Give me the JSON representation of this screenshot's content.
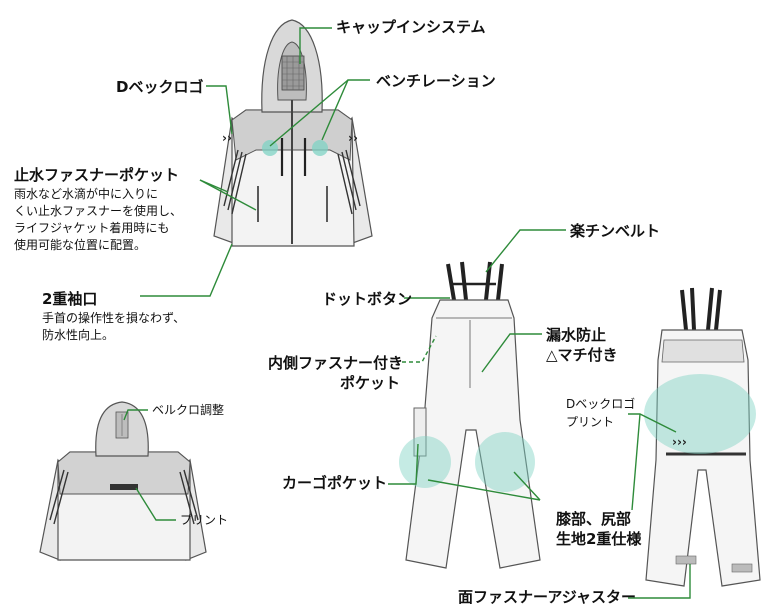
{
  "colors": {
    "line": "#2e8b3a",
    "highlight": "#7fd3c4",
    "garment_fill": "#f3f3f3",
    "garment_gray": "#cfcfcf",
    "garment_dark": "#2a2a2a",
    "outline": "#555555"
  },
  "labels": {
    "cap_in_system": "キャップインシステム",
    "d_logo": "Dベックロゴ",
    "ventilation": "ベンチレーション",
    "waterproof_pocket": "止水ファスナーポケット",
    "waterproof_pocket_desc": [
      "雨水など水滴が中に入りに",
      "くい止水ファスナーを使用し、",
      "ライフジャケット着用時にも",
      "使用可能な位置に配置。"
    ],
    "double_cuff": "2重袖口",
    "double_cuff_desc": [
      "手首の操作性を損なわず、",
      "防水性向上。"
    ],
    "velcro_adjust": "ベルクロ調整",
    "print": "プリント",
    "comfort_belt": "楽チンベルト",
    "dot_button": "ドットボタン",
    "leak_prevention": [
      "漏水防止",
      "△マチ付き"
    ],
    "inner_zipper_pocket": [
      "内側ファスナー付き",
      "ポケット"
    ],
    "cargo_pocket": "カーゴポケット",
    "knee_seat": [
      "膝部、尻部",
      "生地2重仕様"
    ],
    "d_logo_print": [
      "Dベックロゴ",
      "プリント"
    ],
    "hook_loop_adjuster": "面ファスナーアジャスター"
  }
}
